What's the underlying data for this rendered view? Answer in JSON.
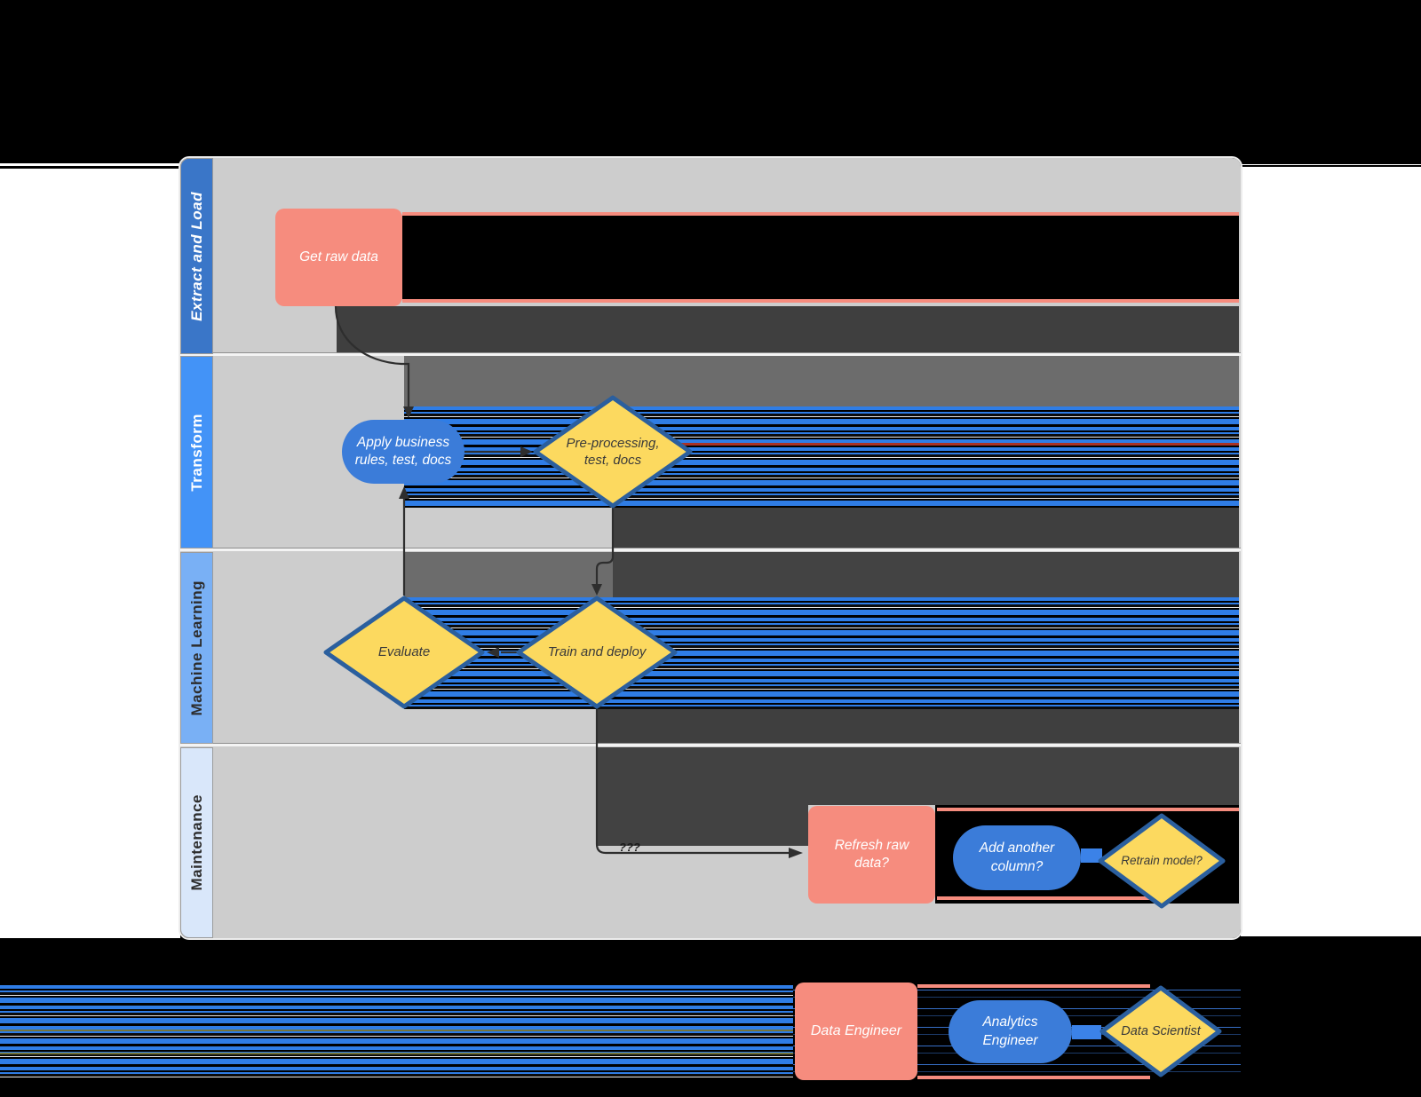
{
  "lanes": [
    {
      "label": "Extract and Load"
    },
    {
      "label": "Transform"
    },
    {
      "label": "Machine Learning"
    },
    {
      "label": "Maintenance"
    }
  ],
  "nodes": {
    "get_raw_data": {
      "label": "Get raw data",
      "type": "process"
    },
    "apply_business_rules": {
      "label": "Apply business rules, test, docs",
      "type": "terminator"
    },
    "preprocessing": {
      "label": "Pre-processing, test, docs",
      "type": "decision"
    },
    "evaluate": {
      "label": "Evaluate",
      "type": "decision"
    },
    "train_and_deploy": {
      "label": "Train and deploy",
      "type": "decision"
    },
    "refresh_raw_data": {
      "label": "Refresh raw data?",
      "type": "process"
    },
    "add_another_column": {
      "label": "Add another column?",
      "type": "terminator"
    },
    "retrain_model": {
      "label": "Retrain model?",
      "type": "decision"
    }
  },
  "connector_labels": {
    "train_to_refresh": "???"
  },
  "legend": {
    "data_engineer": {
      "label": "Data Engineer"
    },
    "analytics_engineer": {
      "label": "Analytics Engineer"
    },
    "data_scientist": {
      "label": "Data Scientist"
    }
  },
  "colors": {
    "process-fill": "#f68c7e",
    "terminator-fill": "#3b7cd9",
    "decision-fill": "#fcd95f",
    "decision-stroke": "#2b5f9e",
    "lane1": "#3a76c8",
    "lane2": "#4393f7",
    "lane3": "#79b0f5",
    "lane4": "#d9e7fa",
    "canvas": "#cdcdcd",
    "stripe-blue": "#2f7de6",
    "band-charcoal": "#3f3f3f",
    "band-gray": "#6c6c6c",
    "arrow": "#2e2e2e"
  }
}
